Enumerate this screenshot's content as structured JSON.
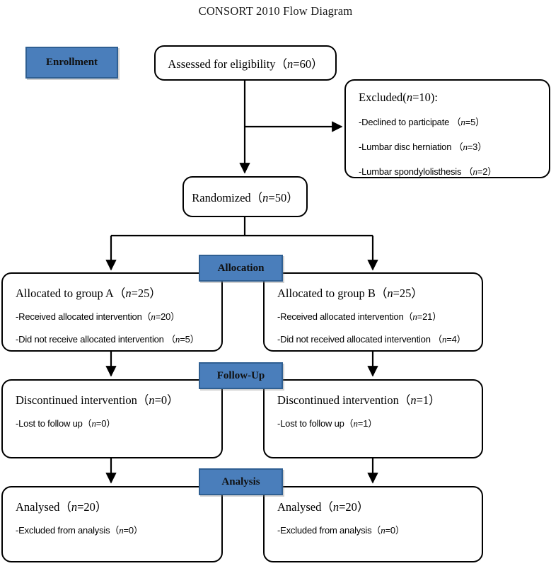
{
  "title": "CONSORT 2010 Flow Diagram",
  "colors": {
    "badge_fill": "#4a7ebb",
    "badge_border": "#2f5f92",
    "box_border": "#000000",
    "background": "#ffffff",
    "text": "#000000"
  },
  "badges": {
    "enrollment": "Enrollment",
    "allocation": "Allocation",
    "followup": "Follow-Up",
    "analysis": "Analysis"
  },
  "nodes": {
    "assessed": {
      "head": "Assessed for eligibility（n=60）"
    },
    "excluded": {
      "head": "Excluded(n=10):",
      "items": [
        "-Declined to participate （n=5）",
        "-Lumbar disc herniation  （n=3）",
        "-Lumbar spondylolisthesis  （n=2）"
      ]
    },
    "randomized": {
      "head": "Randomized（n=50）"
    },
    "allocation_left": {
      "head": "Allocated to group A（n=25）",
      "items": [
        "-Received allocated intervention（n=20）",
        "-Did not receive allocated intervention  （n=5）"
      ]
    },
    "allocation_right": {
      "head": "Allocated to group B（n=25）",
      "items": [
        "-Received allocated intervention（n=21）",
        "-Did not received allocated intervention  （n=4）"
      ]
    },
    "followup_left": {
      "head": "Discontinued intervention（n=0）",
      "items": [
        "-Lost to follow up（n=0）"
      ]
    },
    "followup_right": {
      "head": "Discontinued intervention（n=1）",
      "items": [
        "-Lost to follow up（n=1）"
      ]
    },
    "analysis_left": {
      "head": "Analysed（n=20）",
      "items": [
        "-Excluded from analysis（n=0）"
      ]
    },
    "analysis_right": {
      "head": "Analysed（n=20）",
      "items": [
        "-Excluded from analysis（n=0）"
      ]
    }
  }
}
